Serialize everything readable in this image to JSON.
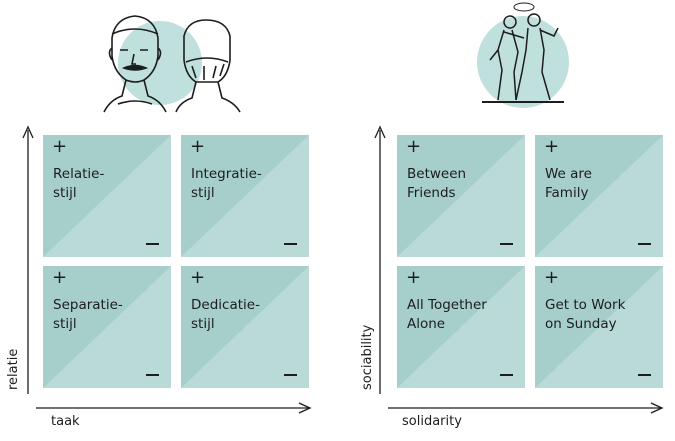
{
  "colors": {
    "cell_light": "#b9dad7",
    "cell_dark": "#a6cfcb",
    "illustration_circle": "#bfe0dd",
    "ink": "#1d1d1d"
  },
  "symbols": {
    "plus": "+",
    "minus": "–"
  },
  "left": {
    "illustration": "two-heads-front-and-back-illustration",
    "y_axis_label": "relatie",
    "x_axis_label": "taak",
    "cells": [
      {
        "label": "Relatie-\nstijl"
      },
      {
        "label": "Integratie-\nstijl"
      },
      {
        "label": "Separatie-\nstijl"
      },
      {
        "label": "Dedicatie-\nstijl"
      }
    ]
  },
  "right": {
    "illustration": "two-men-walking-illustration",
    "y_axis_label": "sociability",
    "x_axis_label": "solidarity",
    "cells": [
      {
        "label": "Between\nFriends"
      },
      {
        "label": "We are\nFamily"
      },
      {
        "label": "All Together\nAlone"
      },
      {
        "label": "Get to Work\non Sunday"
      }
    ]
  }
}
